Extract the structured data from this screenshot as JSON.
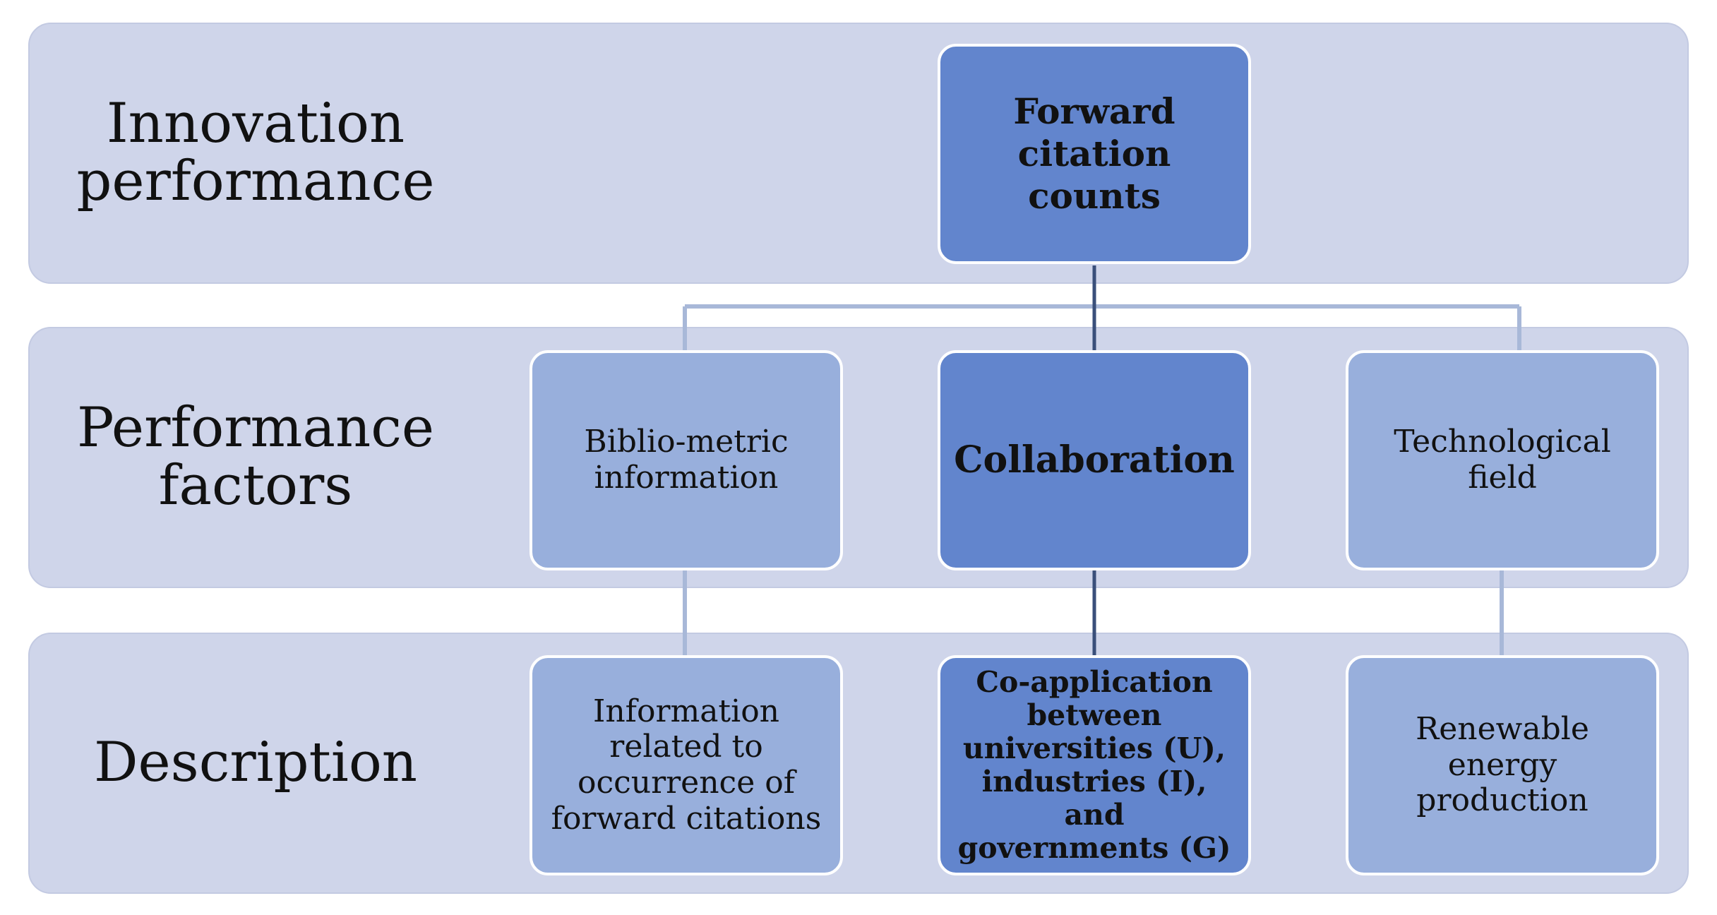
{
  "rows": {
    "row1": "Innovation\nperformance",
    "row2": "Performance\nfactors",
    "row3": "Description"
  },
  "nodes": {
    "forward": "Forward\ncitation\ncounts",
    "biblio": "Biblio-metric\ninformation",
    "collab": "Collaboration",
    "tech": "Technological\nfield",
    "info": "Information\nrelated to\noccurrence of\nforward citations",
    "coapp": "Co-application\nbetween\nuniversities  (U),\nindustries  (I), and\ngovernments (G)",
    "renew": "Renewable energy\nproduction"
  },
  "colors": {
    "band_fill": "#cfd5ea",
    "node_dark": "#6285cd",
    "node_light": "#98afdc",
    "connector_dark": "#3a4f7a",
    "connector_light": "#a8b8d8"
  }
}
